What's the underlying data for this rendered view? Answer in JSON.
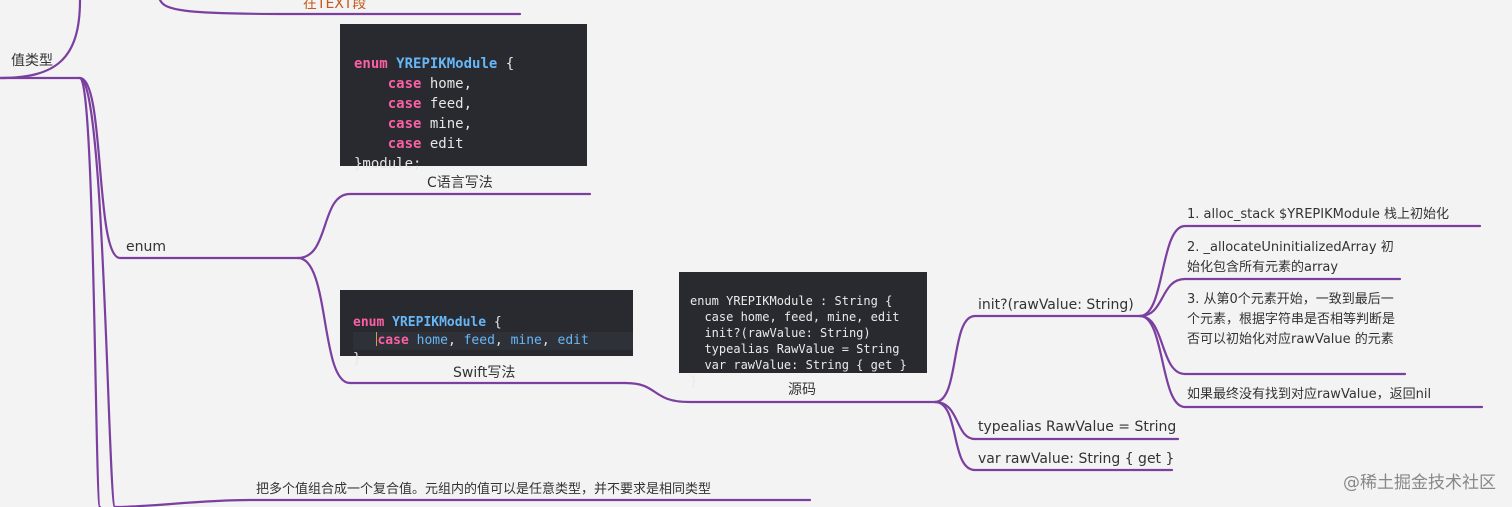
{
  "nodes": {
    "top_partial": "在TEXT段",
    "value_types": "值类型",
    "enum": "enum",
    "c_style": "C语言写法",
    "swift_style": "Swift写法",
    "source": "源码",
    "init_raw": "init?(rawValue: String)",
    "typealias": "typealias RawValue = String",
    "var_raw": "var rawValue: String { get }",
    "step1": "1. alloc_stack $YREPIKModule 栈上初始化",
    "step2": "2. _allocateUninitializedArray 初始化包含所有元素的array",
    "step3": "3. 从第0个元素开始，一致到最后一个元素，根据字符串是否相等判断是否可以初始化对应rawValue 的元素",
    "step4": "如果最终没有找到对应rawValue，返回nil",
    "tuple_desc": "把多个值组合成一个复合值。元组内的值可以是任意类型，并不要求是相同类型"
  },
  "code_c": {
    "l1_kw": "enum",
    "l1_type": "YREPIKModule",
    "l1_rest": " {",
    "case_kw": "case",
    "c1": " home,",
    "c2": " feed,",
    "c3": " mine,",
    "c4": " edit",
    "end": "}module;"
  },
  "code_swift": {
    "l1_kw": "enum",
    "l1_type": "YREPIKModule",
    "l1_rest": " {",
    "case_kw": "case",
    "c_home": "home",
    "c_feed": "feed",
    "c_mine": "mine",
    "c_edit": "edit",
    "sep": ", ",
    "end": "}"
  },
  "code_source": {
    "l1": "enum YREPIKModule : String {",
    "l2": "  case home, feed, mine, edit",
    "l3": "  init?(rawValue: String)",
    "l4": "  typealias RawValue = String",
    "l5": "  var rawValue: String { get }",
    "l6": "}"
  },
  "watermark": "@稀土掘金技术社区",
  "colors": {
    "branch": "#7b3fa0",
    "code_bg": "#282a30",
    "keyword": "#fc5fa3",
    "type": "#67b7f7",
    "top_label": "#c25a1c"
  }
}
